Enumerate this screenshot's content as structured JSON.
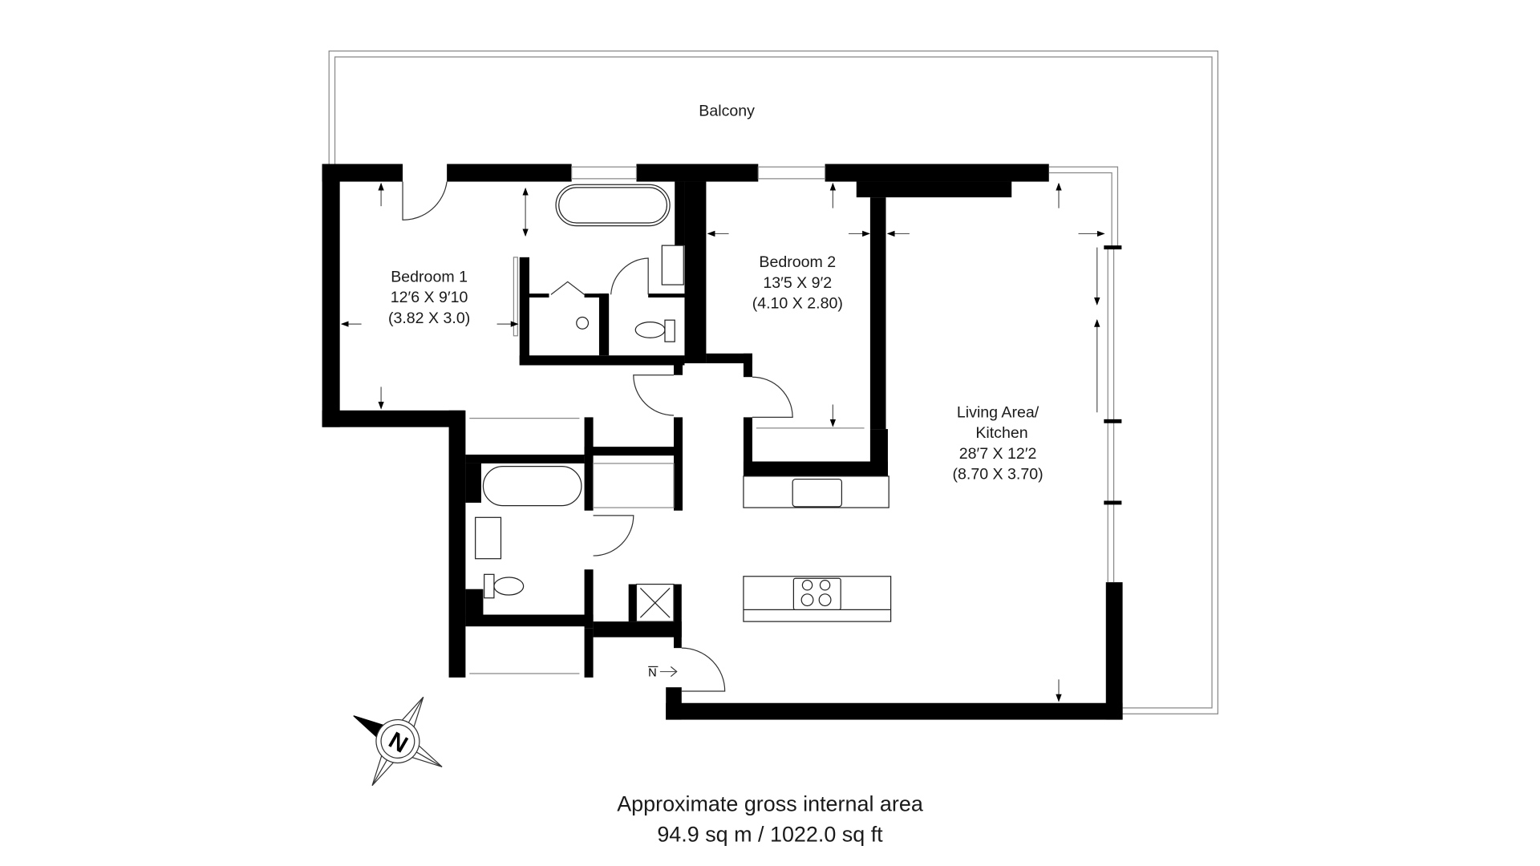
{
  "plan": {
    "balcony": {
      "label": "Balcony"
    },
    "rooms": [
      {
        "name": "Bedroom 1",
        "imperial": "12′6 X 9′10",
        "metric": "(3.82 X 3.0)"
      },
      {
        "name": "Bedroom 2",
        "imperial": "13′5 X 9′2",
        "metric": "(4.10 X 2.80)"
      },
      {
        "name_line1": "Living Area/",
        "name_line2": "Kitchen",
        "imperial": "28′7 X 12′2",
        "metric": "(8.70 X 3.70)"
      }
    ],
    "entrance_marker": "≠→",
    "entrance_letter": "N",
    "compass": {
      "letter": "N",
      "icon": "compass-rose-icon"
    }
  },
  "footer": {
    "line1": "Approximate gross internal area",
    "line2": "94.9 sq m / 1022.0 sq ft"
  },
  "colors": {
    "wall": "#000000",
    "outline": "#888888",
    "background": "#ffffff"
  }
}
